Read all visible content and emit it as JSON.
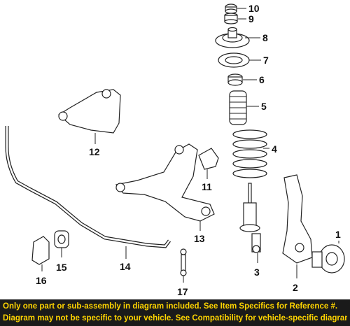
{
  "callouts": {
    "c1": "1",
    "c2": "2",
    "c3": "3",
    "c4": "4",
    "c5": "5",
    "c6": "6",
    "c7": "7",
    "c8": "8",
    "c9": "9",
    "c10": "10",
    "c11": "11",
    "c12": "12",
    "c13": "13",
    "c14": "14",
    "c15": "15",
    "c16": "16",
    "c17": "17"
  },
  "footer": {
    "line1": "Only one part or sub-assembly in diagram included. See Item Specifics for Reference #.",
    "line2": "Diagram may not be specific to your vehicle. See Compatibility for vehicle-specific diagrams."
  },
  "colors": {
    "footer_bg": "#1a1a1a",
    "footer_text": "#ffd500"
  }
}
